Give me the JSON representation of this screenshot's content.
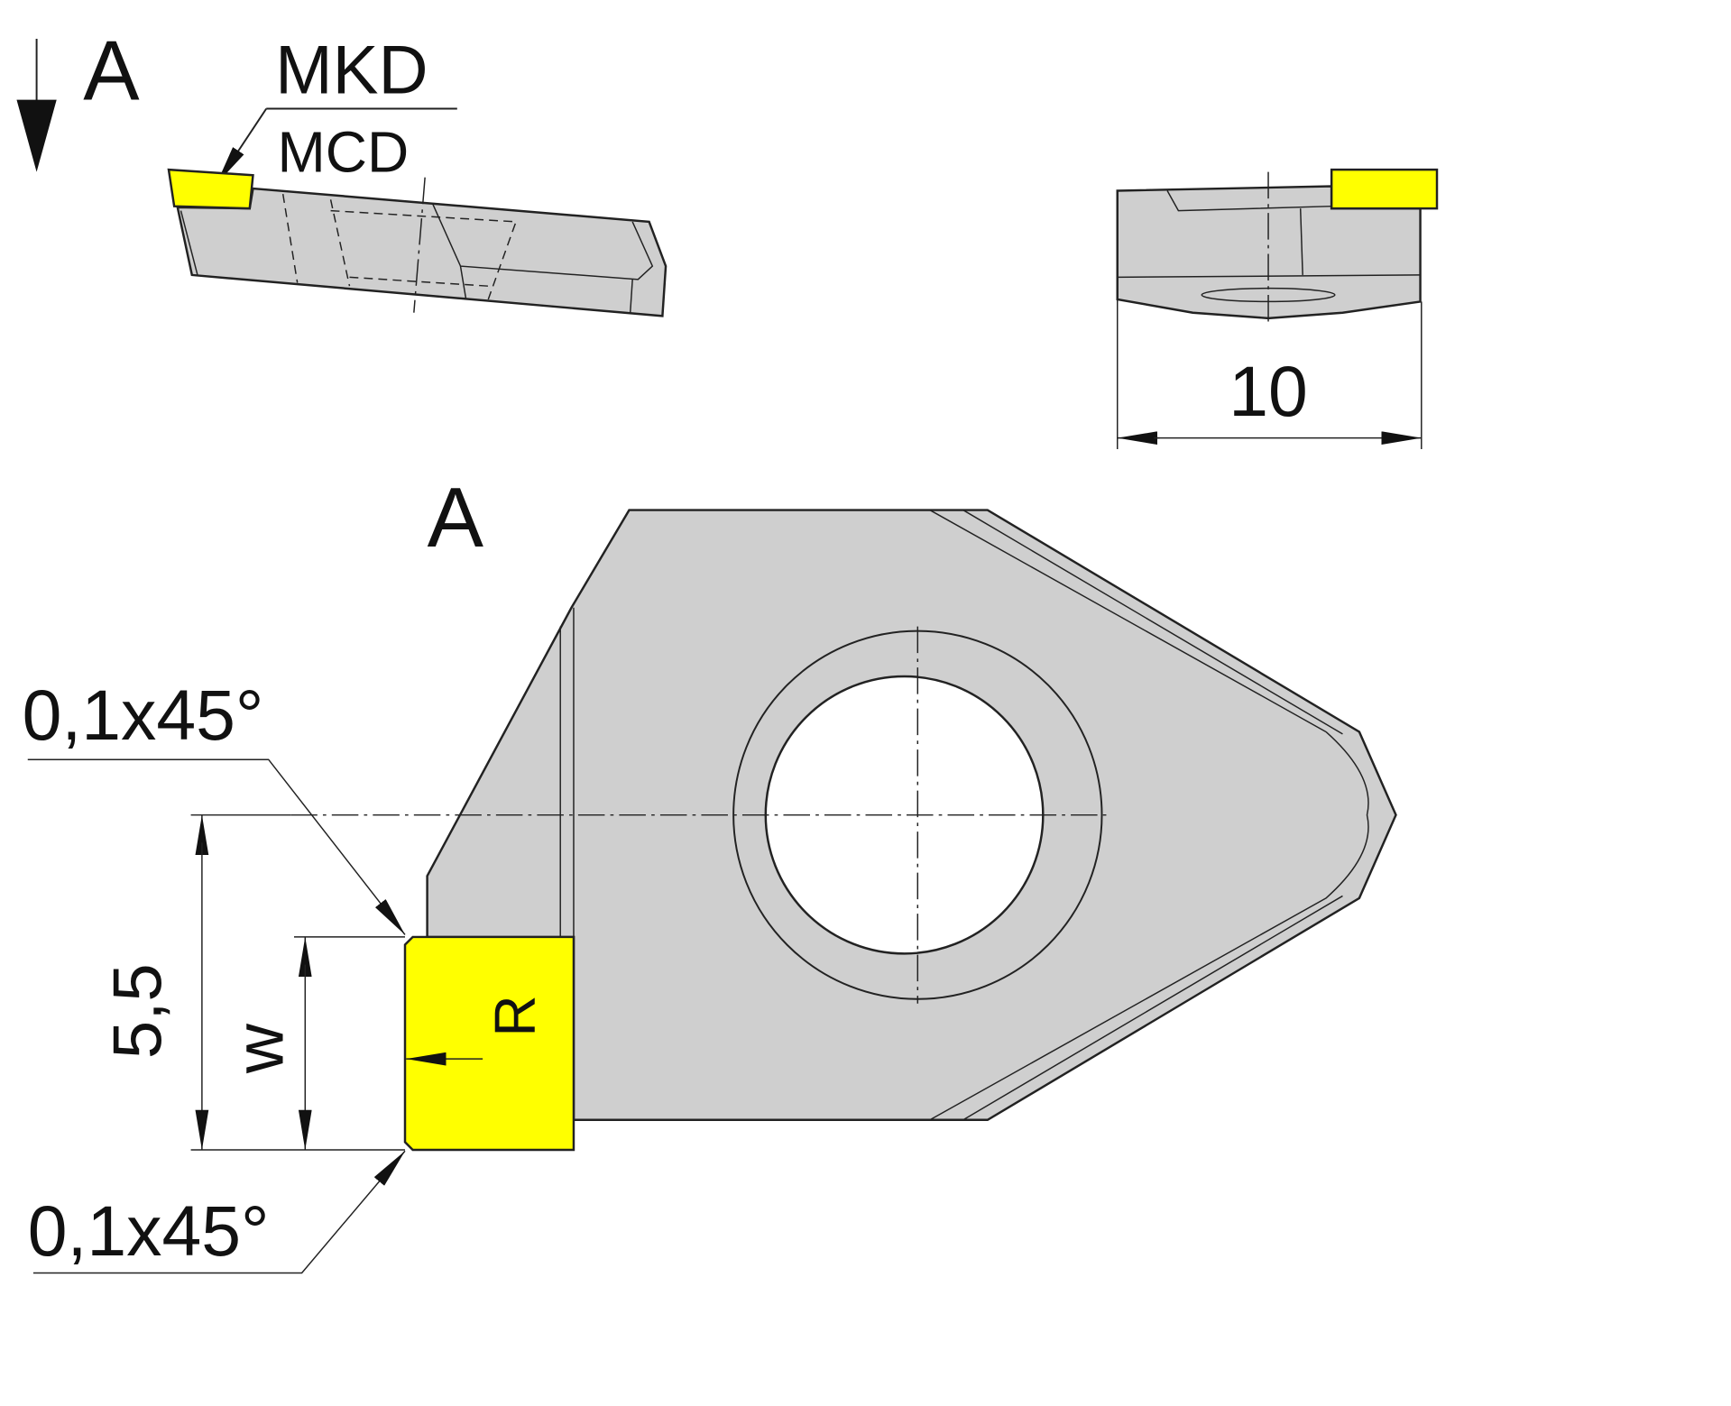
{
  "labels": {
    "view_marker_top": "A",
    "view_marker_main": "A",
    "material_top": "MKD",
    "material_bottom": "MCD",
    "width_dim": "10",
    "chamfer_top": "0,1x45°",
    "chamfer_bottom": "0,1x45°",
    "height_dim": "5,5",
    "w_dim": "w",
    "radius_label": "R"
  },
  "colors": {
    "insert": "#ffff00",
    "body": "#cfcfcf",
    "line": "#222222"
  }
}
